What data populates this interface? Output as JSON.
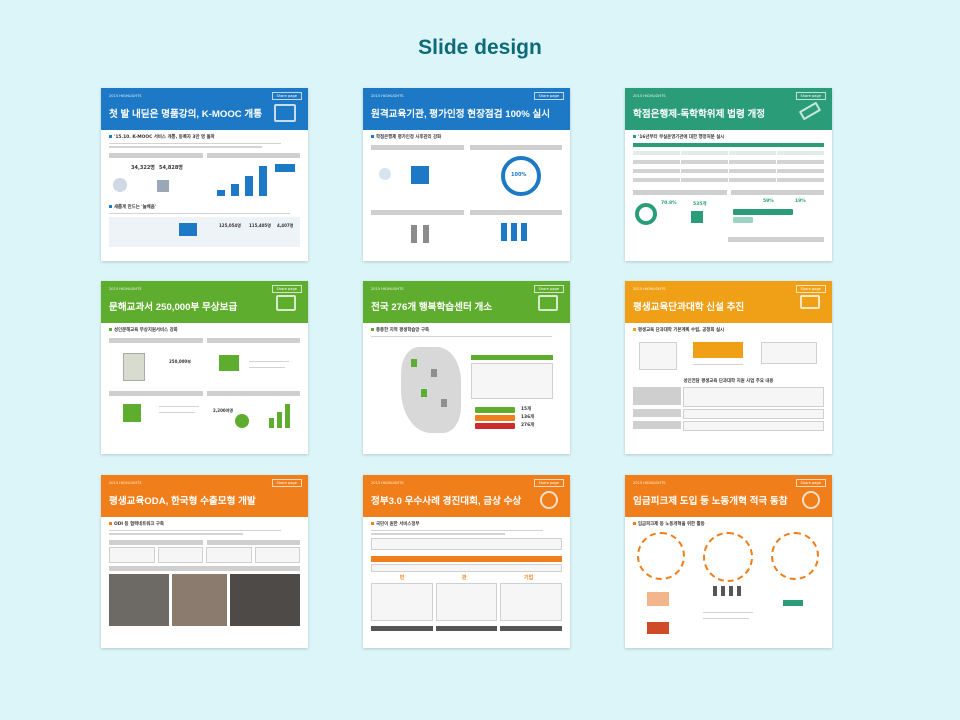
{
  "page": {
    "title": "Slide design"
  },
  "slides": [
    {
      "title": "첫 발 내딛은 명품강의, K-MOOC 개통",
      "color": "#1d79c6",
      "badge": "Share page",
      "subtitle": "2015 HIGHLIGHTS",
      "section1": "'15.10. K-MOOC 서비스 개통, 등록자 3만 명 돌파",
      "section2": "새롭게 만드는 '늘배움'",
      "stats": [
        "34,322명",
        "54,828명",
        "125,054명",
        "115,405명",
        "4,407명"
      ]
    },
    {
      "title": "원격교육기관, 평가인정 현장점검 100% 실시",
      "color": "#1d79c6",
      "badge": "Share page",
      "subtitle": "2015 HIGHLIGHTS",
      "section1": "학점은행제 평가인정 사후관리 강화",
      "stats": [
        "100%"
      ]
    },
    {
      "title": "학점은행제-독학학위제 법령 개정",
      "color": "#2a9d78",
      "badge": "Share page",
      "subtitle": "2015 HIGHLIGHTS",
      "section1": "'16년부터 부실운영기관에 대한 행정처분 실시",
      "stats": [
        "70.8%",
        "535개",
        "59%",
        "19%"
      ]
    },
    {
      "title": "문해교과서 250,000부 무상보급",
      "color": "#5fad2f",
      "badge": "Share page",
      "subtitle": "2015 HIGHLIGHTS",
      "section1": "성인문해교육 무상지원서비스 강화",
      "stats": [
        "250,000부",
        "2,200여명"
      ]
    },
    {
      "title": "전국 276개 행복학습센터 개소",
      "color": "#5fad2f",
      "badge": "Share page",
      "subtitle": "2015 HIGHLIGHTS",
      "section1": "총총한 지역 평생학습망 구축",
      "stats": [
        "15개",
        "136개",
        "276개"
      ]
    },
    {
      "title": "평생교육단과대학 신설 추진",
      "color": "#f0a017",
      "badge": "Share page",
      "subtitle": "2015 HIGHLIGHTS",
      "section1": "평생교육 단과대학 기본계획 수립, 공청회 실시",
      "section2": "성인전담 평생교육 단과대학 지원 사업 주요 내용"
    },
    {
      "title": "평생교육ODA, 한국형 수출모형 개발",
      "color": "#f07e1a",
      "badge": "Share page",
      "subtitle": "2015 HIGHLIGHTS",
      "section1": "ODI 등 협력네트워크 구축"
    },
    {
      "title": "정부3.0 우수사례 경진대회, 금상 수상",
      "color": "#f07e1a",
      "badge": "Share page",
      "subtitle": "2015 HIGHLIGHTS",
      "section1": "국민이 원한 서비스정부",
      "labels": [
        "민",
        "관",
        "기업"
      ]
    },
    {
      "title": "임금피크제 도입 등 노동개혁 적극 동참",
      "color": "#f07e1a",
      "badge": "Share page",
      "subtitle": "2015 HIGHLIGHTS",
      "section1": "임금피크제 등 노동개혁을 위한 활동"
    }
  ]
}
